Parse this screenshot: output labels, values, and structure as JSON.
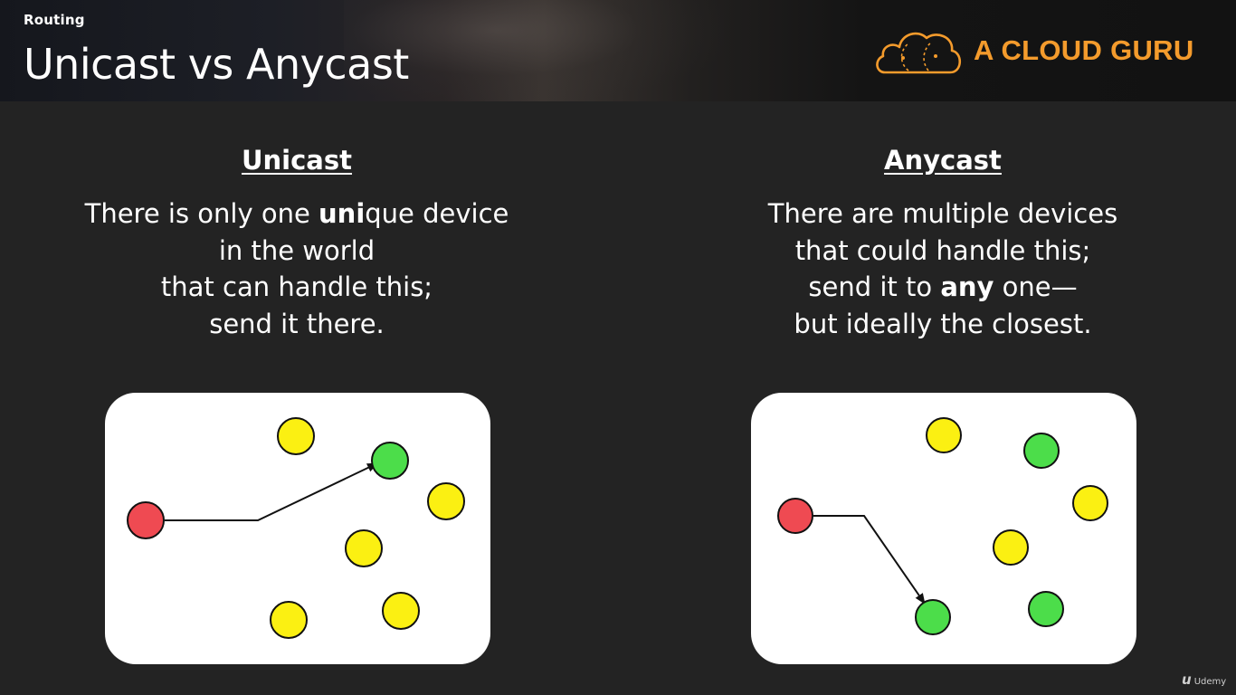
{
  "header": {
    "section_label": "Routing",
    "title": "Unicast vs Anycast",
    "brand": "A CLOUD GURU",
    "brand_color": "#f49b2c",
    "brand_icon": "cloud-logo-icon"
  },
  "unicast": {
    "heading": "Unicast",
    "lines": [
      [
        "There is only one ",
        "uni",
        "que device"
      ],
      [
        "in the world"
      ],
      [
        "that can handle this;"
      ],
      [
        "send it there."
      ]
    ],
    "line_1": {
      "before": "There is only one ",
      "bold": "uni",
      "after": "que device"
    },
    "line_2": "in the world",
    "line_3": "that can handle this;",
    "line_4": "send it there."
  },
  "anycast": {
    "heading": "Anycast",
    "line_1": "There are multiple devices",
    "line_2": "that could handle this;",
    "line_3": {
      "before": "send it to ",
      "bold": "any",
      "after": " one—"
    },
    "line_4": "but ideally the closest."
  },
  "node_colors": {
    "source": "#ef4a52",
    "target": "#4cdd4a",
    "other": "#fbf012",
    "outline": "#111111"
  },
  "footer": {
    "watermark": "Udemy"
  }
}
